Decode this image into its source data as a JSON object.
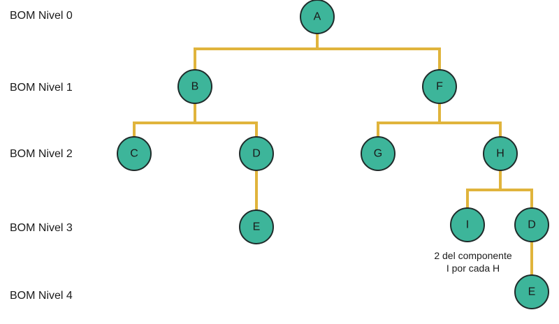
{
  "levels": [
    {
      "label": "BOM Nivel 0"
    },
    {
      "label": "BOM Nivel 1"
    },
    {
      "label": "BOM Nivel 2"
    },
    {
      "label": "BOM Nivel 3"
    },
    {
      "label": "BOM Nivel 4"
    }
  ],
  "nodes": [
    {
      "id": "A",
      "label": "A"
    },
    {
      "id": "B",
      "label": "B"
    },
    {
      "id": "F",
      "label": "F"
    },
    {
      "id": "C",
      "label": "C"
    },
    {
      "id": "D1",
      "label": "D"
    },
    {
      "id": "G",
      "label": "G"
    },
    {
      "id": "H",
      "label": "H"
    },
    {
      "id": "E1",
      "label": "E"
    },
    {
      "id": "I",
      "label": "I"
    },
    {
      "id": "D2",
      "label": "D"
    },
    {
      "id": "E2",
      "label": "E"
    }
  ],
  "edges": [
    {
      "from": "A",
      "to": "B"
    },
    {
      "from": "A",
      "to": "F"
    },
    {
      "from": "B",
      "to": "C"
    },
    {
      "from": "B",
      "to": "D1"
    },
    {
      "from": "F",
      "to": "G"
    },
    {
      "from": "F",
      "to": "H"
    },
    {
      "from": "D1",
      "to": "E1"
    },
    {
      "from": "H",
      "to": "I"
    },
    {
      "from": "H",
      "to": "D2"
    },
    {
      "from": "D2",
      "to": "E2"
    }
  ],
  "colors": {
    "node_fill": "#3db59a",
    "node_stroke": "#1f2b2a",
    "edge": "#e0b43c"
  },
  "annotation": {
    "line1": "2 del componente",
    "line2": "I por cada H"
  }
}
